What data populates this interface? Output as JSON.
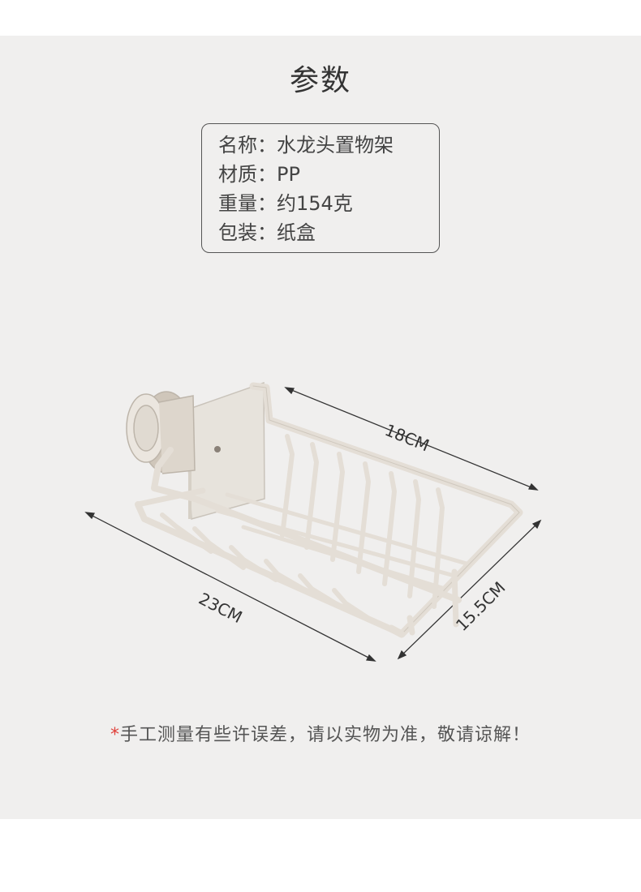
{
  "title": "参数",
  "specs": [
    {
      "label": "名称：",
      "value": "水龙头置物架"
    },
    {
      "label": "材质：",
      "value": "PP"
    },
    {
      "label": "重量：",
      "value": "约154克"
    },
    {
      "label": "包装：",
      "value": "纸盒"
    }
  ],
  "dimensions": {
    "length": "18CM",
    "width": "23CM",
    "depth": "15.5CM"
  },
  "note": {
    "mark": "*",
    "text": "手工测量有些许误差，请以实物为准，敬请谅解！"
  },
  "colors": {
    "panel_bg": "#f0efee",
    "product": "#e6e1da",
    "asterisk": "#e0403a"
  }
}
